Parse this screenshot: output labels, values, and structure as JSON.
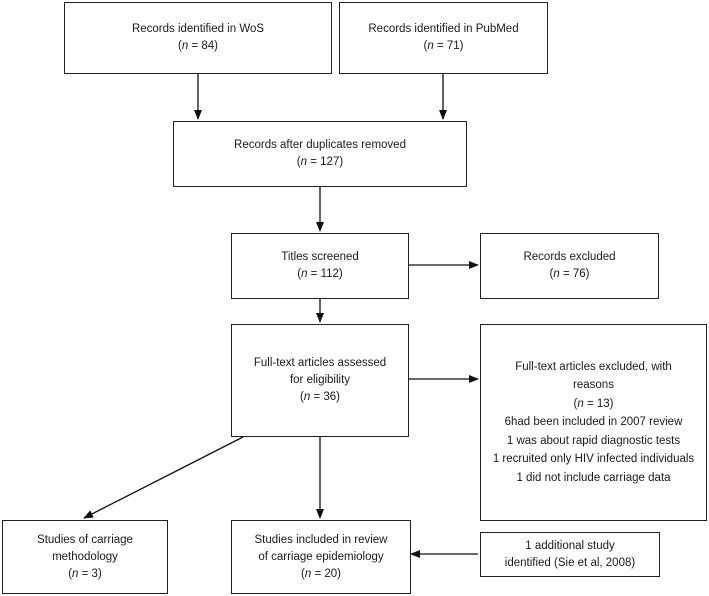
{
  "boxes": {
    "wos": {
      "lines": [
        "Records identified in WoS"
      ],
      "n": "84"
    },
    "pubmed": {
      "lines": [
        "Records identified in PubMed"
      ],
      "n": "71"
    },
    "dedup": {
      "lines": [
        "Records after duplicates removed"
      ],
      "n": "127"
    },
    "titles": {
      "lines": [
        "Titles screened"
      ],
      "n": "112"
    },
    "excluded": {
      "lines": [
        "Records excluded"
      ],
      "n": "76"
    },
    "fulltext": {
      "lines": [
        "Full-text articles assessed",
        "for eligibility"
      ],
      "n": "36"
    },
    "ft_excluded": {
      "lines": [
        "Full-text articles excluded, with",
        "reasons"
      ],
      "n": "13",
      "reasons": [
        "6had been included in 2007 review",
        "1 was about rapid diagnostic tests",
        "1 recruited only HIV infected individuals",
        "1 did not include carriage data"
      ]
    },
    "methodology": {
      "lines": [
        "Studies of carriage",
        "methodology"
      ],
      "n": "3"
    },
    "epidemiology": {
      "lines": [
        "Studies included in review",
        "of carriage epidemiology"
      ],
      "n": "20"
    },
    "additional": {
      "lines": [
        "1 additional study",
        "identified (Sie et al, 2008)"
      ]
    }
  },
  "n_prefix": "n",
  "n_equals": " = "
}
